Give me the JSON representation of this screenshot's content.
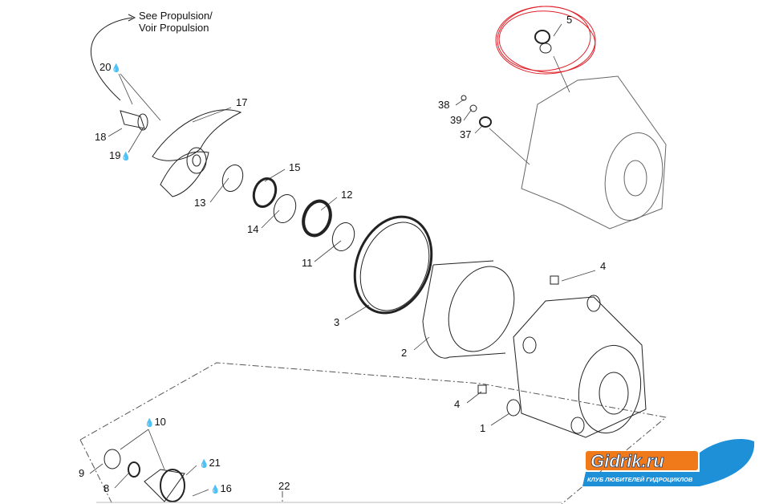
{
  "note": {
    "line1": "See Propulsion/",
    "line2": "Voir Propulsion"
  },
  "callouts": [
    {
      "num": "5",
      "drop": ""
    },
    {
      "num": "20",
      "drop": "💧"
    },
    {
      "num": "17",
      "drop": ""
    },
    {
      "num": "18",
      "drop": ""
    },
    {
      "num": "19",
      "drop": "💧"
    },
    {
      "num": "38",
      "drop": ""
    },
    {
      "num": "39",
      "drop": ""
    },
    {
      "num": "37",
      "drop": ""
    },
    {
      "num": "15",
      "drop": ""
    },
    {
      "num": "12",
      "drop": ""
    },
    {
      "num": "13",
      "drop": ""
    },
    {
      "num": "14",
      "drop": ""
    },
    {
      "num": "11",
      "drop": ""
    },
    {
      "num": "4",
      "drop": ""
    },
    {
      "num": "3",
      "drop": ""
    },
    {
      "num": "2",
      "drop": ""
    },
    {
      "num": "4",
      "drop": ""
    },
    {
      "num": "1",
      "drop": ""
    },
    {
      "num": "10",
      "drop": "💧"
    },
    {
      "num": "21",
      "drop": "💧"
    },
    {
      "num": "9",
      "drop": ""
    },
    {
      "num": "8",
      "drop": ""
    },
    {
      "num": "16",
      "drop": "💧"
    },
    {
      "num": "22",
      "drop": ""
    }
  ],
  "logo": {
    "name": "Gidrik.ru",
    "tagline": "КЛУБ ЛЮБИТЕЛЕЙ ГИДРОЦИКЛОВ",
    "orange": "#f07a1a",
    "blue": "#1e90d8"
  },
  "highlight_color": "#e0202a"
}
